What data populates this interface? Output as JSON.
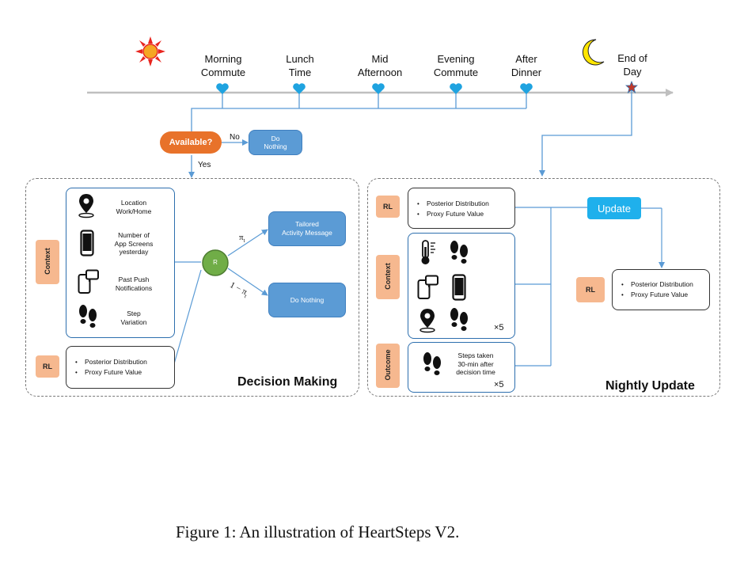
{
  "timeline": {
    "points": [
      {
        "line1": "Morning",
        "line2": "Commute"
      },
      {
        "line1": "Lunch",
        "line2": "Time"
      },
      {
        "line1": "Mid",
        "line2": "Afternoon"
      },
      {
        "line1": "Evening",
        "line2": "Commute"
      },
      {
        "line1": "After",
        "line2": "Dinner"
      },
      {
        "line1": "End of",
        "line2": "Day"
      }
    ]
  },
  "availability": {
    "question": "Available?",
    "no_label": "No",
    "yes_label": "Yes",
    "do_nothing": {
      "line1": "Do",
      "line2": "Nothing"
    }
  },
  "decision": {
    "title": "Decision Making",
    "context_tag": "Context",
    "rl_tag": "RL",
    "context_items": [
      {
        "lines": [
          "Location",
          "Work/Home"
        ],
        "icon": "location-pin-icon"
      },
      {
        "lines": [
          "Number of",
          "App Screens",
          "yesterday"
        ],
        "icon": "phone-icon"
      },
      {
        "lines": [
          "Past Push",
          "Notifications"
        ],
        "icon": "push-notification-icon"
      },
      {
        "lines": [
          "Step",
          "Variation"
        ],
        "icon": "footsteps-icon"
      }
    ],
    "rl_items": [
      "Posterior Distribution",
      "Proxy Future Value"
    ],
    "node_label": "R",
    "pi_upper": "π",
    "pi_upper_sub": "t",
    "pi_lower": "1 − π",
    "pi_lower_sub": "t",
    "tailored": {
      "line1": "Tailored",
      "line2": "Activity Message"
    },
    "do_nothing": "Do Nothing"
  },
  "nightly": {
    "title": "Nightly Update",
    "rl_tag": "RL",
    "context_tag": "Context",
    "outcome_tag": "Outcome",
    "rl_items": [
      "Posterior Distribution",
      "Proxy Future Value"
    ],
    "context_multiplier": "×5",
    "outcome_lines": [
      "Steps taken",
      "30-min after",
      "decision time"
    ],
    "outcome_multiplier": "×5",
    "update_label": "Update",
    "result_rl_tag": "RL",
    "result_items": [
      "Posterior Distribution",
      "Proxy Future Value"
    ]
  },
  "caption": "Figure 1:  An illustration of HeartSteps V2.",
  "colors": {
    "orange": "#e8722a",
    "blue_box": "#5b9bd5",
    "update_blue": "#1fb0ec",
    "green_node": "#70ad47",
    "tag_fill": "#f6b88f",
    "line_blue": "#5b9bd5",
    "axis_gray": "#bfbfbf"
  }
}
